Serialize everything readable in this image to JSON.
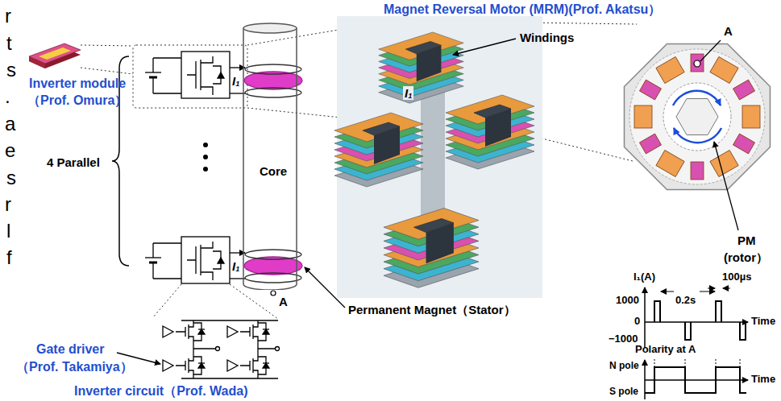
{
  "diagram": {
    "nodes": [
      {
        "text": [
          "Core"
        ]
      }
    ],
    "labels": [
      "Magnet Reversal Motor (MRM)(Prof. Akatsu）",
      "Windings",
      "I₁",
      "Inverter module",
      "（Prof. Omura）",
      "4 Parallel",
      "I₁",
      "I₁",
      "A",
      "Gate driver",
      "（Prof. Takamiya）",
      "Inverter circuit（Prof. Wada)",
      "Permanent Magnet（Stator）",
      "A",
      "PM",
      "(rotor）",
      "I₁(A)",
      "100µs",
      "1000",
      "0.2s",
      "0",
      "Time",
      "−1000",
      "Polarity at A",
      "N pole",
      "Time",
      "S pole",
      "r",
      "t",
      "s",
      ".",
      "a",
      "e",
      "s",
      "r",
      "l",
      "f"
    ]
  }
}
